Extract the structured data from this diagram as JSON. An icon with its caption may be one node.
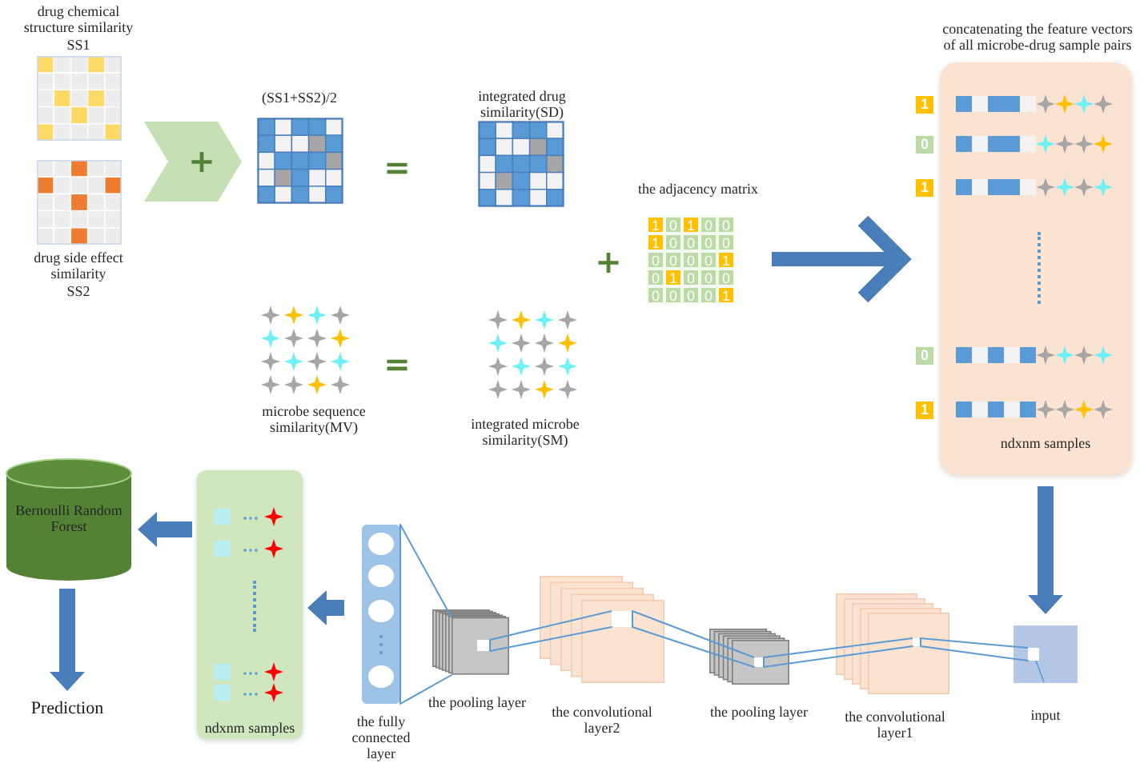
{
  "diagram": {
    "nodes": [
      {
        "text": [
          "drug chemical structure similarity",
          "SS1"
        ]
      },
      {
        "text": [
          "drug side effect similarity",
          "SS2"
        ]
      },
      {
        "text": [
          "(SS1+SS2)/2"
        ]
      },
      {
        "text": [
          "integrated drug similarity(SD)"
        ]
      },
      {
        "text": [
          "microbe sequence similarity(MV)"
        ]
      },
      {
        "text": [
          "integrated microbe similarity(SM)"
        ]
      },
      {
        "text": [
          "the adjacency matrix",
          "1",
          "0",
          "1",
          "0",
          "0",
          "1",
          "0",
          "0",
          "0",
          "0",
          "0",
          "0",
          "0",
          "0",
          "1",
          "0",
          "1",
          "0",
          "0",
          "0",
          "0",
          "0",
          "0",
          "0",
          "1"
        ]
      },
      {
        "text": [
          "concatenating the feature vectors of all microbe-drug sample pairs",
          "ndxnm samples"
        ],
        "beside": [
          "1",
          "0",
          "1",
          "0",
          "1"
        ]
      },
      {
        "text": [
          "Bernoulli Random Forest"
        ]
      },
      {
        "text": [
          "Prediction"
        ]
      },
      {
        "text": [
          "ndxnm samples"
        ]
      },
      {
        "text": [
          "the fully connected layer"
        ]
      },
      {
        "text": [
          "the pooling layer"
        ]
      },
      {
        "text": [],
        "shape": "box",
        "in": 12
      },
      {
        "text": [
          "the convolutional layer2"
        ]
      },
      {
        "text": [],
        "shape": "box",
        "in": 14
      },
      {
        "text": [
          "the pooling layer"
        ]
      },
      {
        "text": [],
        "shape": "box",
        "in": 16
      },
      {
        "text": [
          "the convolutional layer1"
        ]
      },
      {
        "text": [],
        "shape": "box",
        "in": 18
      },
      {
        "text": [
          "input"
        ]
      },
      {
        "text": [],
        "shape": "box",
        "in": 20
      }
    ],
    "edges": [
      {
        "from": 0,
        "to": 2,
        "arrow": "to",
        "style": "thick",
        "color": "#c5e0b4"
      },
      {
        "from": 1,
        "to": 2,
        "arrow": "to",
        "style": "thick",
        "color": "#c5e0b4"
      },
      {
        "from": 6,
        "to": 7,
        "arrow": "to",
        "style": "thick"
      },
      {
        "from": 7,
        "to": 20,
        "arrow": "to",
        "style": "thick"
      },
      {
        "from": 21,
        "to": 19,
        "arrow": "none",
        "color": "#5b9bd5"
      },
      {
        "from": 19,
        "to": 17,
        "arrow": "none",
        "color": "#5b9bd5"
      },
      {
        "from": 17,
        "to": 15,
        "arrow": "none",
        "color": "#5b9bd5"
      },
      {
        "from": 15,
        "to": 13,
        "arrow": "none",
        "color": "#5b9bd5"
      },
      {
        "from": 12,
        "to": 11,
        "arrow": "none",
        "color": "#5b9bd5"
      },
      {
        "from": 11,
        "to": 10,
        "arrow": "to",
        "style": "thick"
      },
      {
        "from": 10,
        "to": 8,
        "arrow": "to",
        "style": "thick"
      },
      {
        "from": 8,
        "to": 9,
        "arrow": "to",
        "style": "thick"
      }
    ],
    "labels": [
      "+",
      "=",
      "+",
      "="
    ]
  }
}
